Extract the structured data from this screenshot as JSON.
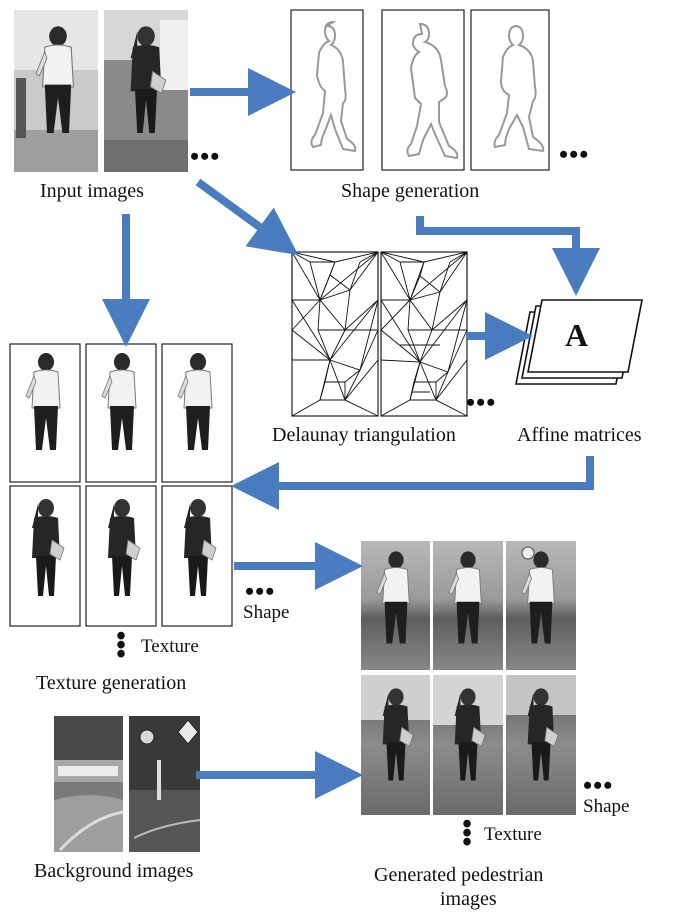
{
  "labels": {
    "input_images": "Input images",
    "shape_generation": "Shape generation",
    "delaunay": "Delaunay triangulation",
    "affine": "Affine matrices",
    "affine_letter": "A",
    "texture_generation": "Texture generation",
    "background_images": "Background images",
    "generated_line1": "Generated pedestrian",
    "generated_line2": "images",
    "shape_small_1": "Shape",
    "texture_small_1": "Texture",
    "shape_small_2": "Shape",
    "texture_small_2": "Texture",
    "ellipsis": "•••",
    "vellipsis": "•\n•\n•"
  },
  "colors": {
    "arrow": "#4a7cc0",
    "frame": "#222222",
    "silhouette": "#999999"
  }
}
